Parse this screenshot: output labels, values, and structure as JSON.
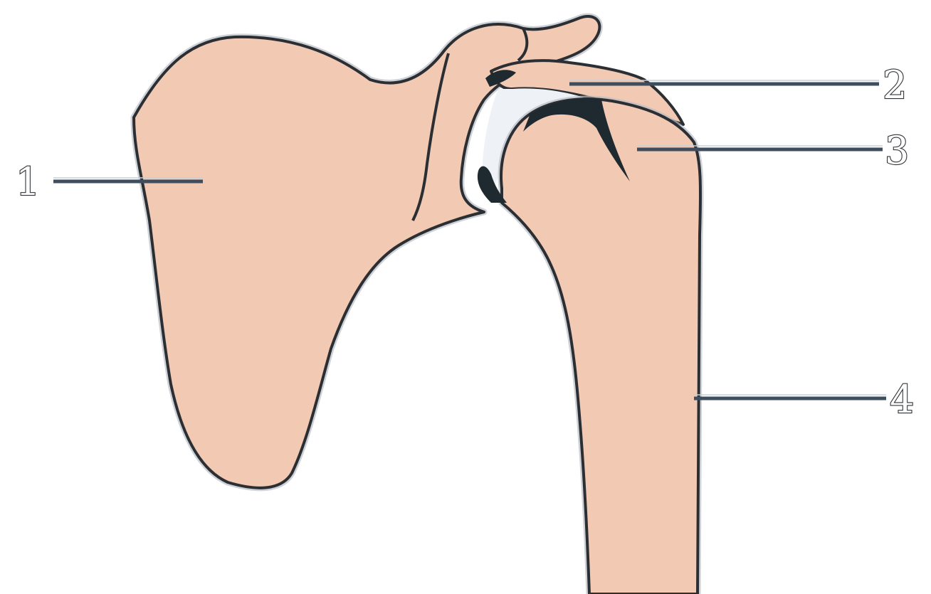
{
  "colors": {
    "bone_fill": "#f2c9b3",
    "outline": "#2b2f33",
    "leader_line": "#3f4e5e",
    "background": "#ffffff"
  },
  "labels": [
    {
      "id": "1",
      "text": "1"
    },
    {
      "id": "2",
      "text": "2"
    },
    {
      "id": "3",
      "text": "3"
    },
    {
      "id": "4",
      "text": "4"
    }
  ]
}
